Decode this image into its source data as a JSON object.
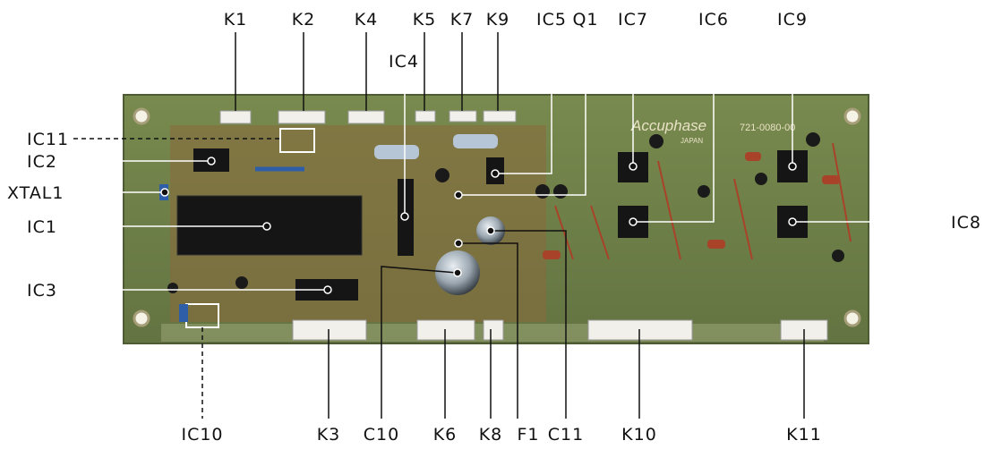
{
  "diagram": {
    "top_labels": [
      "K1",
      "K2",
      "K4",
      "K5",
      "K7",
      "K9",
      "IC5",
      "Q1",
      "IC7",
      "IC6",
      "IC9"
    ],
    "second_row_label": "IC4",
    "left_labels": [
      "IC11",
      "IC2",
      "XTAL1",
      "IC1",
      "IC3"
    ],
    "right_labels": [
      "IC8"
    ],
    "bottom_labels": [
      "IC10",
      "K3",
      "C10",
      "K6",
      "K8",
      "F1",
      "C11",
      "K10",
      "K11"
    ],
    "board_marking_brand": "Accuphase",
    "board_marking_country": "JAPAN",
    "board_part_number": "721-0080-00"
  },
  "colors": {
    "background": "#ffffff",
    "board": "#6e7f47",
    "board_copper": "#8a6a3c",
    "leader_line": "#ffffff",
    "label_text": "#111111"
  }
}
